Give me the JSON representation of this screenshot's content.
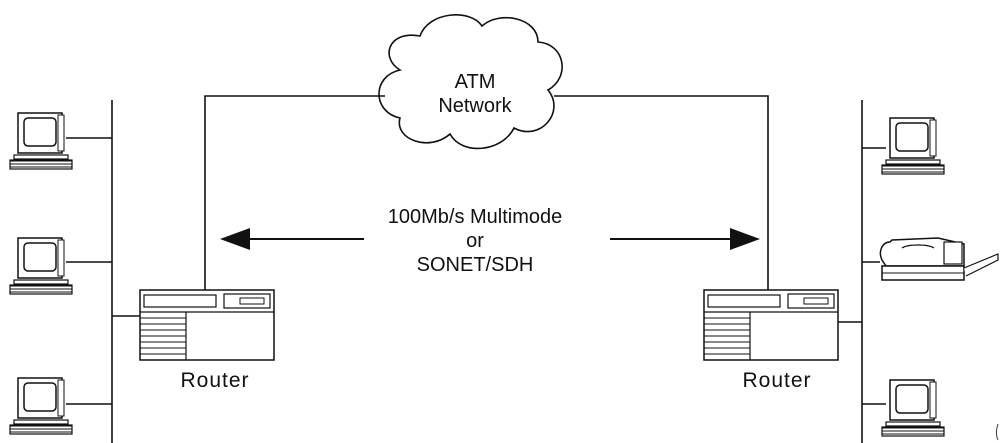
{
  "cloud": {
    "line1": "ATM",
    "line2": "Network"
  },
  "link": {
    "line1": "100Mb/s Multimode",
    "line2": "or",
    "line3": "SONET/SDH"
  },
  "routers": {
    "left_label": "Router",
    "right_label": "Router"
  },
  "icons": {
    "cloud": "cloud-icon",
    "router": "router-icon",
    "computer": "computer-icon",
    "printer": "printer-icon",
    "arrow": "arrow-icon"
  }
}
